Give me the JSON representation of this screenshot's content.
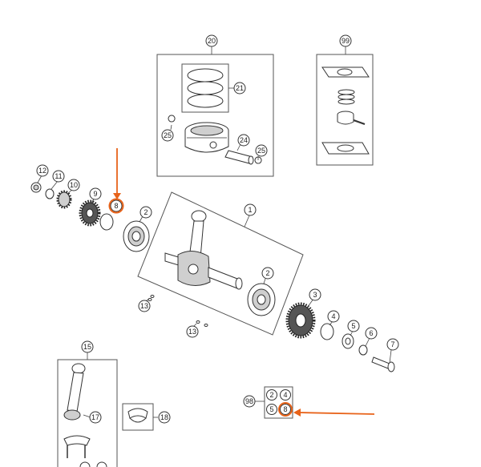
{
  "diagram": {
    "callouts": {
      "c1": "1",
      "c2a": "2",
      "c2b": "2",
      "c3": "3",
      "c4": "4",
      "c5": "5",
      "c6": "6",
      "c7": "7",
      "c8": "8",
      "c9": "9",
      "c10": "10",
      "c11": "11",
      "c12": "12",
      "c13a": "13",
      "c13b": "13",
      "c15": "15",
      "c17": "17",
      "c18": "18",
      "c20": "20",
      "c21": "21",
      "c24": "24",
      "c25a": "25",
      "c25b": "25",
      "c99": "99"
    },
    "kit_98": {
      "label": "98",
      "items": [
        "2",
        "4",
        "5",
        "8"
      ]
    },
    "highlight_color": "#e8631a"
  }
}
